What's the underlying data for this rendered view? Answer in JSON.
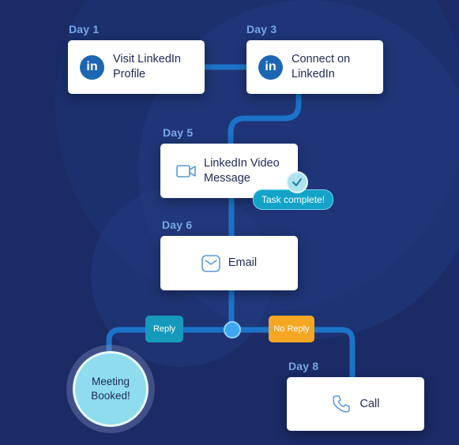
{
  "days": {
    "day1": "Day 1",
    "day3": "Day 3",
    "day5": "Day 5",
    "day6": "Day 6",
    "day8": "Day 8"
  },
  "cards": {
    "visit_linkedin": {
      "line1": "Visit LinkedIn",
      "line2": "Profile",
      "icon": "linkedin-icon"
    },
    "connect_linkedin": {
      "line1": "Connect on",
      "line2": "LinkedIn",
      "icon": "linkedin-icon"
    },
    "video_message": {
      "line1": "LinkedIn Video",
      "line2": "Message",
      "icon": "video-camera-icon"
    },
    "email": {
      "label": "Email",
      "icon": "envelope-icon"
    },
    "call": {
      "label": "Call",
      "icon": "phone-icon"
    }
  },
  "task_badge": {
    "label": "Task complete!",
    "icon": "check-icon"
  },
  "branches": {
    "reply": "Reply",
    "no_reply": "No Reply"
  },
  "meeting": {
    "line1": "Meeting",
    "line2": "Booked!"
  },
  "icon_text": {
    "linkedin": "in"
  },
  "colors": {
    "background": "#1a2b66",
    "path": "#1c74c9",
    "reply_pill": "#1599bd",
    "no_reply_pill": "#f5a623",
    "task_badge": "#14a3c8",
    "meeting": "#8fdcef",
    "linkedin": "#1d66b3",
    "day_label": "#79a6e8"
  }
}
